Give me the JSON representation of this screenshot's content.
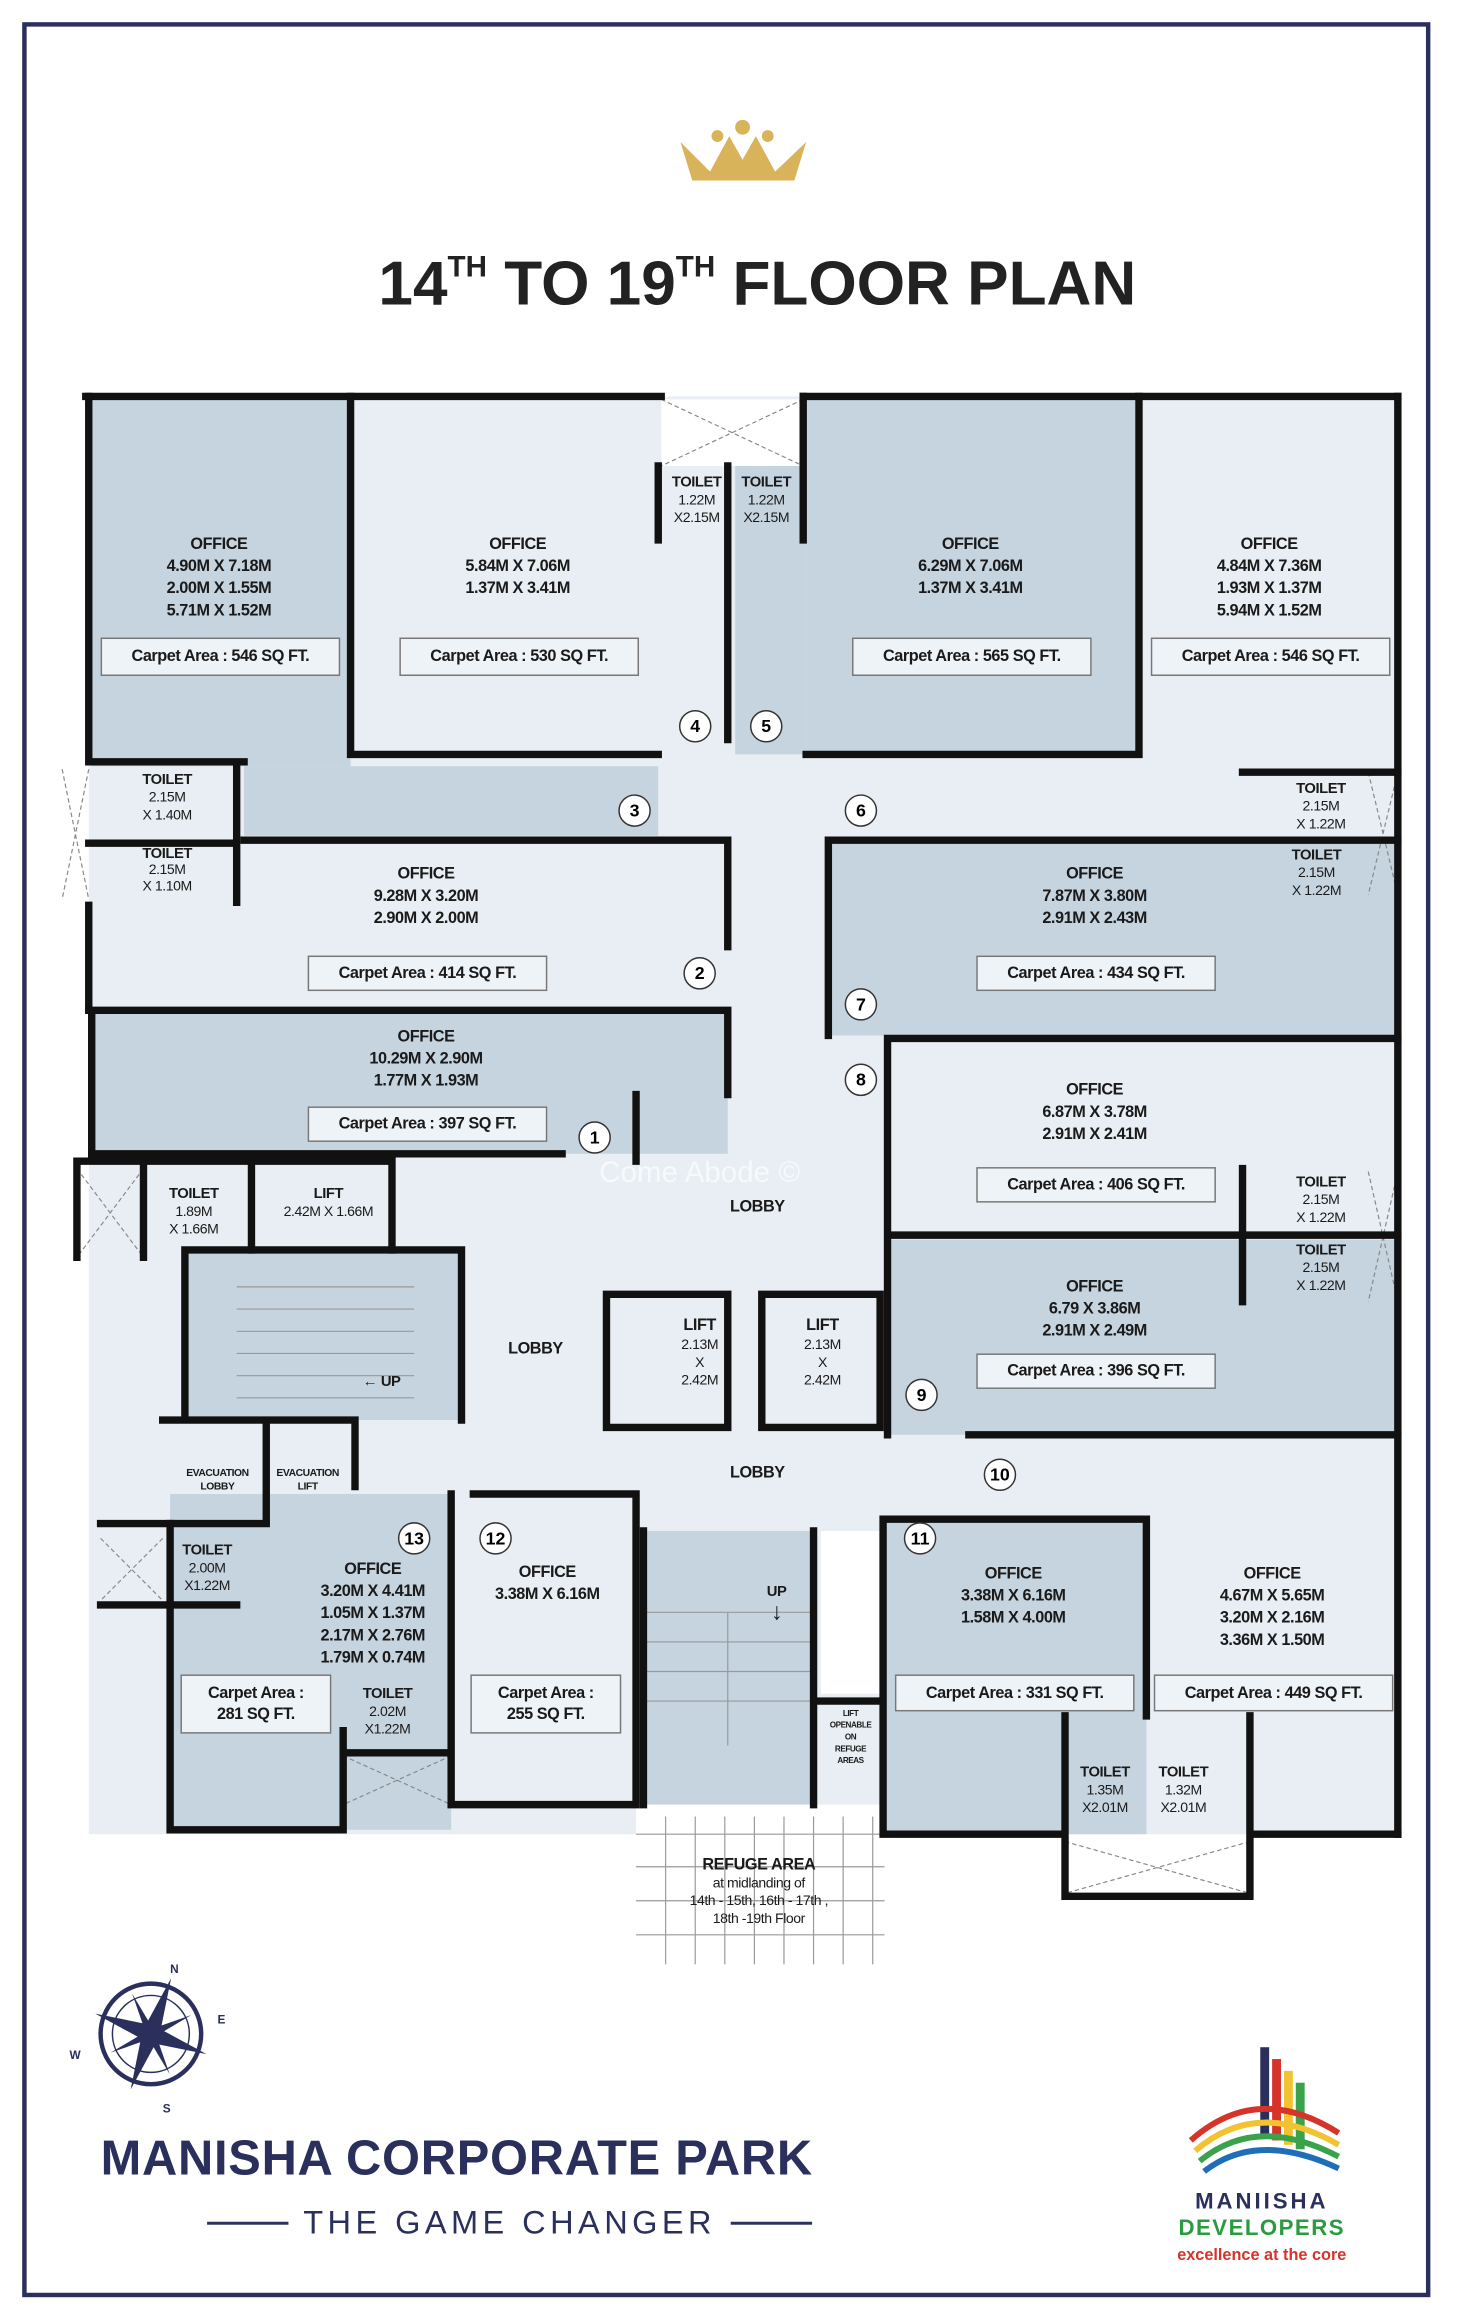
{
  "title": {
    "pre": "14",
    "sup1": "TH",
    "mid": " TO 19",
    "sup2": "TH",
    "post": " FLOOR PLAN"
  },
  "offices": [
    {
      "number": "1",
      "label": "OFFICE",
      "dims": [
        "10.29M X 2.90M",
        "1.77M  X 1.93M"
      ],
      "carpet": "Carpet Area : 397 SQ FT."
    },
    {
      "number": "2",
      "label": "OFFICE",
      "dims": [
        "9.28M X 3.20M",
        "2.90M X 2.00M"
      ],
      "carpet": "Carpet Area : 414 SQ FT."
    },
    {
      "number": "3",
      "label": "OFFICE",
      "dims": [
        "4.90M X 7.18M",
        "2.00M X 1.55M",
        "5.71M X 1.52M"
      ],
      "carpet": "Carpet Area : 546 SQ FT."
    },
    {
      "number": "4",
      "label": "OFFICE",
      "dims": [
        "5.84M X 7.06M",
        "1.37M X 3.41M"
      ],
      "carpet": "Carpet Area : 530 SQ FT."
    },
    {
      "number": "5",
      "label": "OFFICE",
      "dims": [
        "6.29M X 7.06M",
        "1.37M X 3.41M"
      ],
      "carpet": "Carpet Area : 565 SQ FT."
    },
    {
      "number": "6",
      "label": "OFFICE",
      "dims": [
        "4.84M X 7.36M",
        "1.93M X 1.37M",
        "5.94M X 1.52M"
      ],
      "carpet": "Carpet Area : 546 SQ FT."
    },
    {
      "number": "7",
      "label": "OFFICE",
      "dims": [
        "7.87M X 3.80M",
        "2.91M X 2.43M"
      ],
      "carpet": "Carpet Area : 434 SQ FT."
    },
    {
      "number": "8",
      "label": "OFFICE",
      "dims": [
        "6.87M X 3.78M",
        "2.91M X 2.41M"
      ],
      "carpet": "Carpet Area : 406 SQ FT."
    },
    {
      "number": "9",
      "label": "OFFICE",
      "dims": [
        "6.79 X 3.86M",
        "2.91M X 2.49M"
      ],
      "carpet": "Carpet Area : 396 SQ FT."
    },
    {
      "number": "10",
      "label": "OFFICE",
      "dims": [
        "4.67M X 5.65M",
        "3.20M X 2.16M",
        "3.36M X 1.50M"
      ],
      "carpet": "Carpet Area : 449 SQ FT."
    },
    {
      "number": "11",
      "label": "OFFICE",
      "dims": [
        "3.38M X 6.16M",
        "1.58M X 4.00M"
      ],
      "carpet": "Carpet Area : 331 SQ FT."
    },
    {
      "number": "12",
      "label": "OFFICE",
      "dims": [
        "3.38M X 6.16M"
      ],
      "carpet": [
        "Carpet Area :",
        "255 SQ FT."
      ]
    },
    {
      "number": "13",
      "label": "OFFICE",
      "dims": [
        "3.20M X 4.41M",
        "1.05M X 1.37M",
        "2.17M X 2.76M",
        "1.79M X 0.74M"
      ],
      "carpet": [
        "Carpet Area :",
        "281 SQ FT."
      ]
    }
  ],
  "toilets": [
    {
      "label": "TOILET",
      "dims": [
        "1.22M",
        "X2.15M"
      ]
    },
    {
      "label": "TOILET",
      "dims": [
        "1.22M",
        "X2.15M"
      ]
    },
    {
      "label": "TOILET",
      "dims": [
        "2.15M",
        "X 1.40M"
      ]
    },
    {
      "label": "TOILET",
      "dims": [
        "2.15M",
        "X 1.10M"
      ]
    },
    {
      "label": "TOILET",
      "dims": [
        "2.15M",
        "X 1.22M"
      ]
    },
    {
      "label": "TOILET",
      "dims": [
        "2.15M",
        "X 1.22M"
      ]
    },
    {
      "label": "TOILET",
      "dims": [
        "2.15M",
        "X 1.22M"
      ]
    },
    {
      "label": "TOILET",
      "dims": [
        "2.15M",
        "X 1.22M"
      ]
    },
    {
      "label": "TOILET",
      "dims": [
        "1.89M",
        "X 1.66M"
      ]
    },
    {
      "label": "TOILET",
      "dims": [
        "2.00M",
        "X1.22M"
      ]
    },
    {
      "label": "TOILET",
      "dims": [
        "2.02M",
        "X1.22M"
      ]
    },
    {
      "label": "TOILET",
      "dims": [
        "1.35M",
        "X2.01M"
      ]
    },
    {
      "label": "TOILET",
      "dims": [
        "1.32M",
        "X2.01M"
      ]
    }
  ],
  "core": {
    "lift_small": {
      "label": "LIFT",
      "dims": "2.42M X 1.66M"
    },
    "lifts": [
      {
        "label": "LIFT",
        "dims": [
          "2.13M",
          "X",
          "2.42M"
        ]
      },
      {
        "label": "LIFT",
        "dims": [
          "2.13M",
          "X",
          "2.42M"
        ]
      }
    ],
    "lobby": "LOBBY",
    "up": "UP",
    "evacuation_lobby": [
      "EVACUATION",
      "LOBBY"
    ],
    "evacuation_lift": [
      "EVACUATION",
      "LIFT"
    ],
    "lift_openable": [
      "LIFT",
      "OPENABLE",
      "ON",
      "REFUGE",
      "AREAS"
    ],
    "refuge": {
      "title": "REFUGE AREA",
      "lines": [
        "at midlanding of",
        "14th - 15th, 16th - 17th ,",
        "18th -19th Floor"
      ]
    }
  },
  "watermark": "Come Abode ©",
  "compass": {
    "n": "N",
    "e": "E",
    "s": "S",
    "w": "W"
  },
  "brand": {
    "name": "MANISHA CORPORATE PARK",
    "tagline": "THE GAME CHANGER"
  },
  "developer": {
    "name1": "MANIISHA",
    "name2": "DEVELOPERS",
    "slogan": "excellence at the core"
  },
  "colors": {
    "navy": "#2a2f5c",
    "room_blue": "#c6d4e0",
    "room_light": "#e8eef3",
    "gold": "#d9b35a"
  }
}
